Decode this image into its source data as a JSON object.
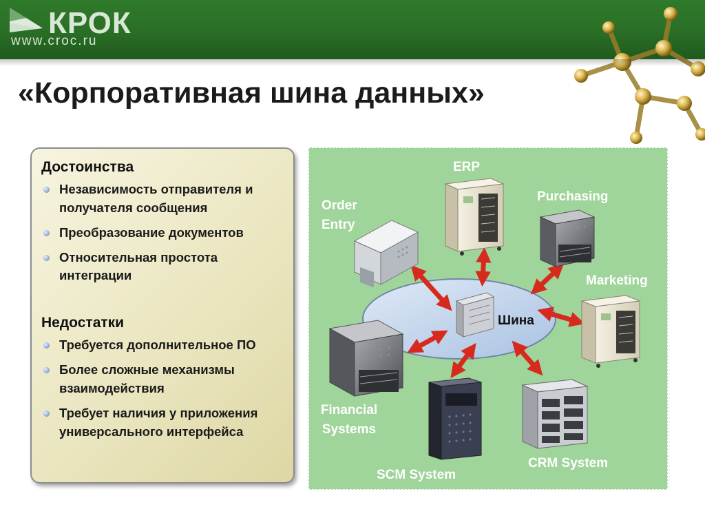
{
  "header": {
    "logo_name": "КРОК",
    "logo_site": "www.croc.ru"
  },
  "title": "«Корпоративная шина данных»",
  "advantages": {
    "heading": "Достоинства",
    "items": [
      "Независимость отправителя и получателя сообщения",
      "Преобразование документов",
      "Относительная простота интеграции"
    ]
  },
  "disadvantages": {
    "heading": "Недостатки",
    "items": [
      "Требуется дополнительное ПО",
      "Более сложные механизмы взаимодействия",
      "Требует наличия у приложения универсального интерфейса"
    ]
  },
  "diagram": {
    "center": "Шина",
    "nodes": {
      "erp": "ERP",
      "order_entry": "Order Entry",
      "purchasing": "Purchasing",
      "marketing": "Marketing",
      "financial": "Financial Systems",
      "scm": "SCM System",
      "crm": "CRM System"
    },
    "colors": {
      "background": "#9fd49a",
      "bus": "#c3d6ec",
      "arrows": "#d62a1e",
      "labels": "#ffffff"
    }
  }
}
